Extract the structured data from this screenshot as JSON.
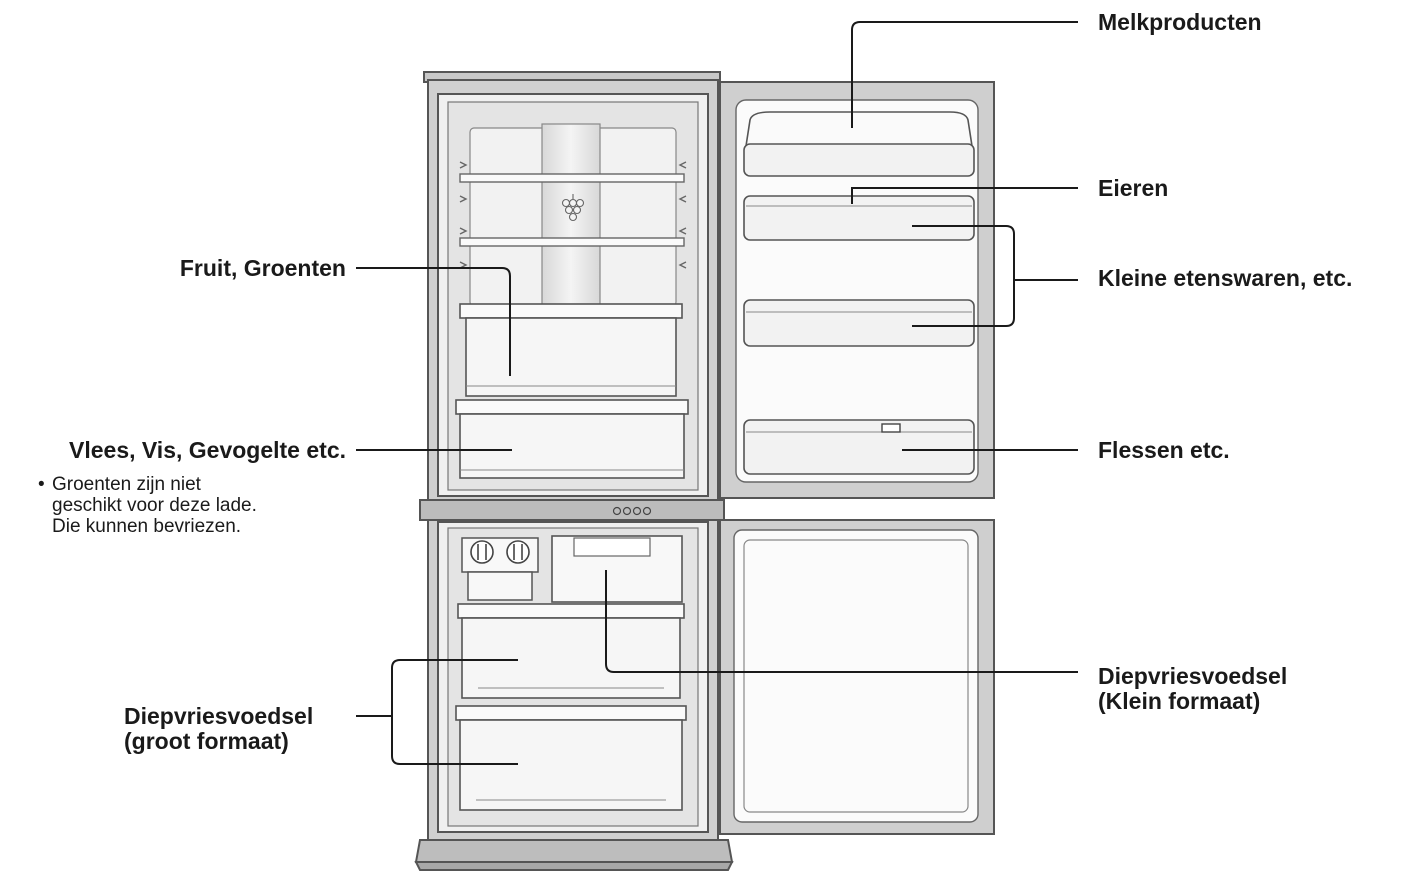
{
  "labels": {
    "melkproducten": "Melkproducten",
    "eieren": "Eieren",
    "kleine_etenswaren": "Kleine etenswaren, etc.",
    "flessen": "Flessen etc.",
    "fruit_groenten": "Fruit, Groenten",
    "vlees_vis": "Vlees, Vis, Gevogelte etc.",
    "diepvries_klein": [
      "Diepvriesvoedsel",
      "(Klein formaat)"
    ],
    "diepvries_groot": [
      "Diepvriesvoedsel",
      "(groot formaat)"
    ]
  },
  "note": {
    "bullet": "•",
    "lines": [
      "Groenten zijn niet",
      "geschikt voor deze lade.",
      "Die kunnen bevriezen."
    ]
  },
  "indicator": "OOOO",
  "colors": {
    "line": "#1a1a1a",
    "cabinet_outline": "#6a6a6a",
    "cabinet_fill": "#d4d4d4",
    "interior": "#ececec",
    "door_fill": "#cfcfcf",
    "door_panel": "#ffffff"
  }
}
